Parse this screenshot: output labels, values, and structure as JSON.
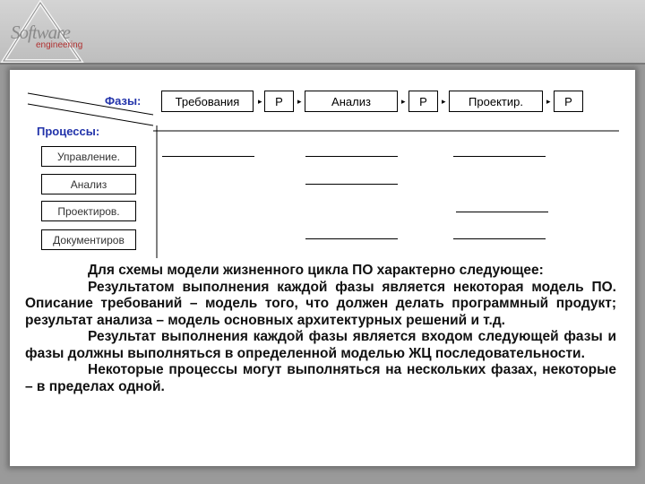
{
  "logo": {
    "word1": "Software",
    "word2": "engineering"
  },
  "diagram": {
    "phases_label": "Фазы:",
    "processes_label": "Процессы:",
    "phases": [
      "Требования",
      "Р",
      "Анализ",
      "Р",
      "Проектир.",
      "Р"
    ],
    "processes": [
      "Управление.",
      "Анализ",
      "Проектиров.",
      "Документиров"
    ]
  },
  "text": {
    "p1": "Для схемы модели жизненного цикла ПО характерно следующее:",
    "p2": "Результатом выполнения каждой фазы является некоторая модель ПО. Описание требований – модель того, что должен делать программный продукт; результат анализа – модель основных архитектурных решений и т.д.",
    "p3": "Результат выполнения каждой фазы является входом следующей фазы и фазы должны выполняться в определенной моделью ЖЦ последовательности.",
    "p4": "Некоторые процессы могут выполняться на нескольких фазах, некоторые – в пределах одной."
  }
}
